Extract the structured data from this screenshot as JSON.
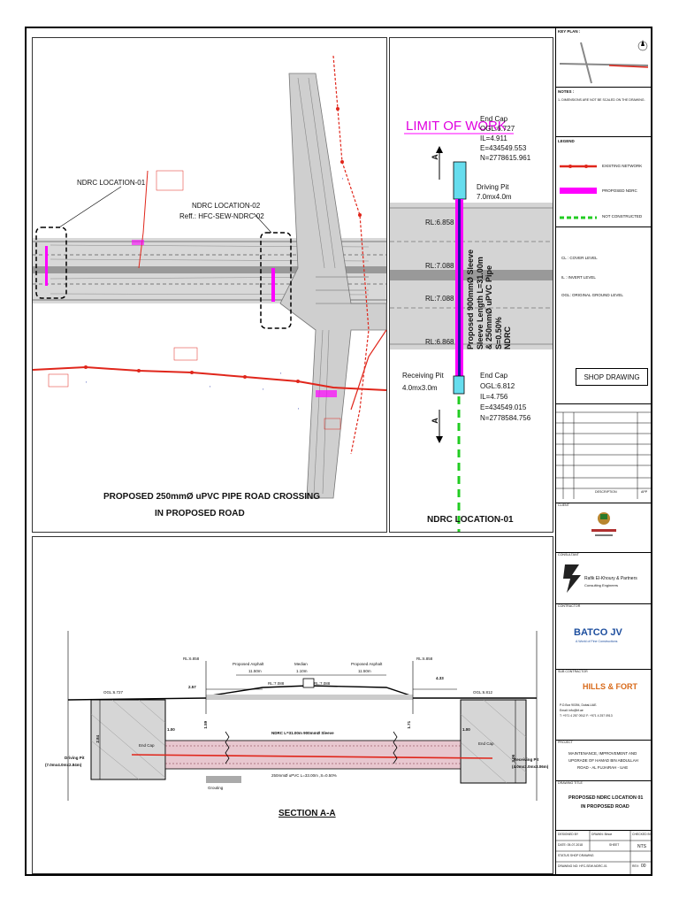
{
  "plan": {
    "ndrc_loc_01": "NDRC LOCATION-01",
    "ndrc_loc_02": "NDRC LOCATION-02",
    "ref": "Reff.: HFC-SEW-NDRC-02",
    "title_line1": "PROPOSED 250mmØ uPVC PIPE ROAD CROSSING",
    "title_line2": "IN PROPOSED ROAD"
  },
  "detail": {
    "limit": "LIMIT OF WORK",
    "end_cap_top": [
      "End Cap",
      "OGL:6.727",
      "IL=4.911",
      "E=434549.553",
      "N=2778615.961"
    ],
    "driving_pit": [
      "Driving Pit",
      "7.0mx4.0m"
    ],
    "rl_labels": [
      "RL:6.858",
      "RL:7.088",
      "RL:7.088",
      "RL:6.868"
    ],
    "sleeve_text": [
      "Proposed 900mmØ Sleeve",
      "Sleeve Length L=31.00m",
      "& 250mmØ uPVC Pipe",
      "S=0.50%",
      "NDRC"
    ],
    "receiving_pit": [
      "Receiving Pit",
      "4.0mx3.0m"
    ],
    "end_cap_bottom": [
      "End Cap",
      "OGL:6.812",
      "IL=4.756",
      "E=434549.015",
      "N=2778584.756"
    ],
    "section_marker": "A",
    "title": "NDRC LOCATION-01"
  },
  "section": {
    "title": "SECTION A-A",
    "rl_left": "RL:6.858",
    "rl_right": "RL:6.858",
    "asphalt_left": "Proposed Asphalt",
    "median": "Median",
    "asphalt_right": "Proposed Asphalt",
    "dim_left": "11.50m",
    "dim_median": "1.10m",
    "dim_right": "11.50m",
    "rl_mid_left": "RL:7.088",
    "rl_mid_right": "RL:7.088",
    "ogl_left": "OGL:6.727",
    "ogl_right": "OGL:6.812",
    "d257": "2.57",
    "d433": "4.33",
    "d159": "1.59",
    "d171": "1.71",
    "d284": "2.84",
    "d306": "3.06",
    "d100a": "1.00",
    "d100b": "1.00",
    "driving_pit": "Driving Pit",
    "driving_pit_dim": "(7.0mx4.0mx2.84m)",
    "receiving_pit": "Receiving Pit",
    "receiving_pit_dim": "(4.0mx3.0mx3.06m)",
    "end_cap_l": "End Cap",
    "end_cap_r": "End Cap",
    "sleeve": "NDRC L=31.00m 900mmØ Sleeve",
    "pipe": "250mmØ uPVC L=33.00m ,S=0.50%",
    "grouting": "Grouting"
  },
  "sidebar": {
    "key_plan": "KEY PLAN :",
    "notes_title": "NOTES :",
    "note1": "1- DIMENSIONS ARE NOT BE SCALED ON THE DRAWING.",
    "legend_title": "LEGEND",
    "legend": [
      {
        "label": "EXISTING NETWORK",
        "color": "#e0261b"
      },
      {
        "label": "PROPOSED NDRC",
        "color": "#ff00ff"
      },
      {
        "label": "NOT CONSTRUCTED",
        "color": "#22cc22"
      }
    ],
    "abbr": [
      "CL : COVER LEVEL",
      "IL : INVERT LEVEL",
      "OGL: ORIGINAL GROUND LEVEL"
    ],
    "shop_drawing": "SHOP DRAWING",
    "rev_desc": "DESCRIPTION",
    "rev_app": "APP",
    "client": "CLIENT",
    "consultant": "CONSULTANT",
    "consultant_name": "Rafik El-Khoury & Partners",
    "consultant_sub": "Consulting Engineers",
    "contractor": "CONTRACTOR",
    "contractor_name": "BATCO JV",
    "contractor_sub": "A World of Fine Constructions",
    "subcontractor": "SUB CONTRACTOR",
    "sub_name": "HILLS & FORT",
    "sub_info": [
      "P.O.Box 90394, Dubai-UAE.",
      "Email: info@hf.ae",
      "T: +971 4 257 0912  F: +971 4 257 0913"
    ],
    "project_label": "PROJECT",
    "project": [
      "MAINTENANCE, IMPROVEMENT AND",
      "UPGRADE OF HAMAD BIN ABDULLAH",
      "ROAD - AL FUJAIRAH - UAE"
    ],
    "drawing_title_label": "DRAWING TITLE",
    "drawing_title": [
      "PROPOSED NDRC LOCATION 01",
      "IN PROPOSED ROAD"
    ],
    "designed": "DESIGNED BY",
    "drawn": "DRAWN: Binoe",
    "checked": "CHECKED BY",
    "date": "DATE: 05-07-2018",
    "sheet": "SHEET",
    "scale": "NTS",
    "status": "STATUS SHOP DRAWING",
    "drawing_no": "DRAWING NO: HFC-SEW-NDRC-01",
    "rev_label": "REV:",
    "rev": "00"
  }
}
